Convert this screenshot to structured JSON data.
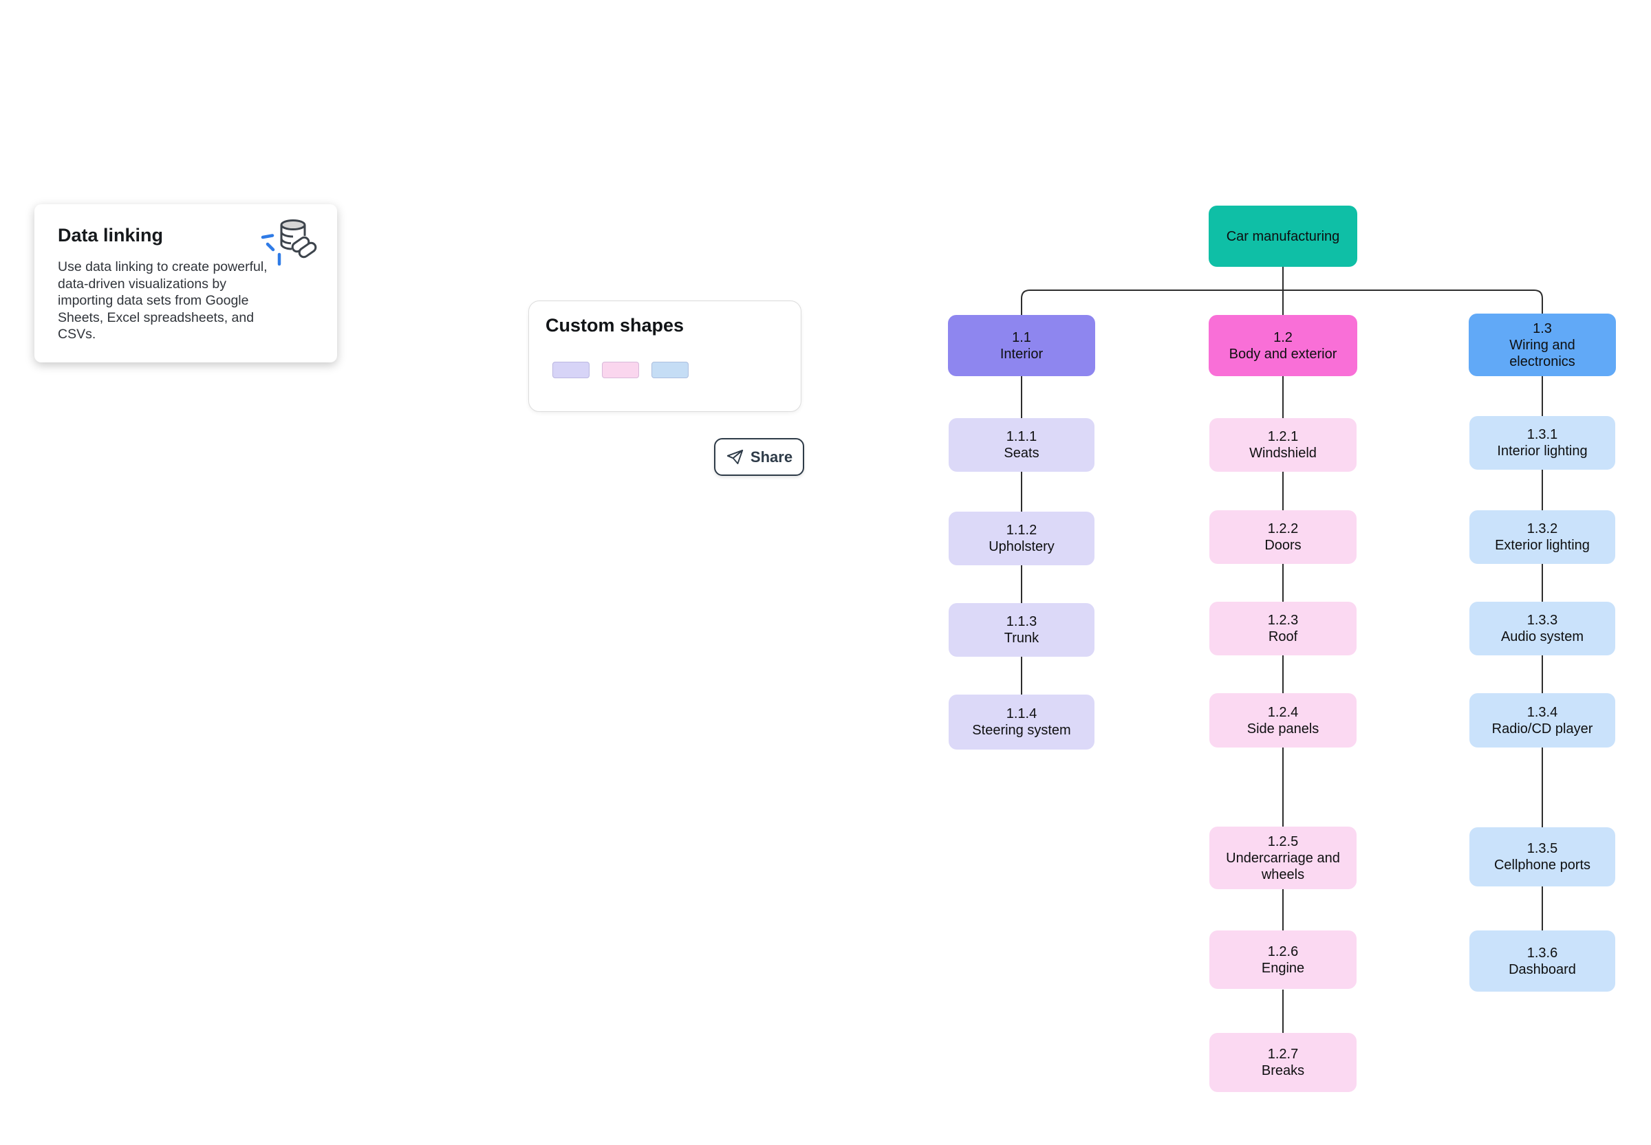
{
  "cards": {
    "data_linking": {
      "title": "Data linking",
      "body": "Use data linking to create powerful, data-driven visualizations by importing data sets from Google Sheets, Excel spreadsheets, and CSVs.",
      "icon": "database-link-icon",
      "accent_blue": "#2f7be6"
    },
    "custom_shapes": {
      "title": "Custom shapes",
      "swatches": [
        {
          "name": "lavender-shape",
          "color": "#d7d4f7"
        },
        {
          "name": "pink-shape",
          "color": "#fad6ee"
        },
        {
          "name": "blue-shape",
          "color": "#c5ddf5"
        }
      ]
    }
  },
  "share_button": {
    "label": "Share",
    "icon": "paper-plane-icon"
  },
  "diagram": {
    "root": {
      "label": "Car manufacturing",
      "color": "#0fbfa6"
    },
    "connector_color": "#2d2d2d",
    "branches": [
      {
        "num": "1.1",
        "label": "Interior",
        "color": "#8e86ef",
        "child_color": "#dcd9f8",
        "children": [
          {
            "num": "1.1.1",
            "label": "Seats"
          },
          {
            "num": "1.1.2",
            "label": "Upholstery"
          },
          {
            "num": "1.1.3",
            "label": "Trunk"
          },
          {
            "num": "1.1.4",
            "label": "Steering system"
          }
        ]
      },
      {
        "num": "1.2",
        "label": "Body and exterior",
        "color": "#f96fd7",
        "child_color": "#fbd9f2",
        "children": [
          {
            "num": "1.2.1",
            "label": "Windshield"
          },
          {
            "num": "1.2.2",
            "label": "Doors"
          },
          {
            "num": "1.2.3",
            "label": "Roof"
          },
          {
            "num": "1.2.4",
            "label": "Side panels"
          },
          {
            "num": "1.2.5",
            "label": "Undercarriage and wheels"
          },
          {
            "num": "1.2.6",
            "label": "Engine"
          },
          {
            "num": "1.2.7",
            "label": "Breaks"
          }
        ]
      },
      {
        "num": "1.3",
        "label": "Wiring and electronics",
        "color": "#61a9f7",
        "child_color": "#cae2fb",
        "children": [
          {
            "num": "1.3.1",
            "label": "Interior lighting"
          },
          {
            "num": "1.3.2",
            "label": "Exterior lighting"
          },
          {
            "num": "1.3.3",
            "label": "Audio system"
          },
          {
            "num": "1.3.4",
            "label": "Radio/CD player"
          },
          {
            "num": "1.3.5",
            "label": "Cellphone ports"
          },
          {
            "num": "1.3.6",
            "label": "Dashboard"
          }
        ]
      }
    ]
  }
}
